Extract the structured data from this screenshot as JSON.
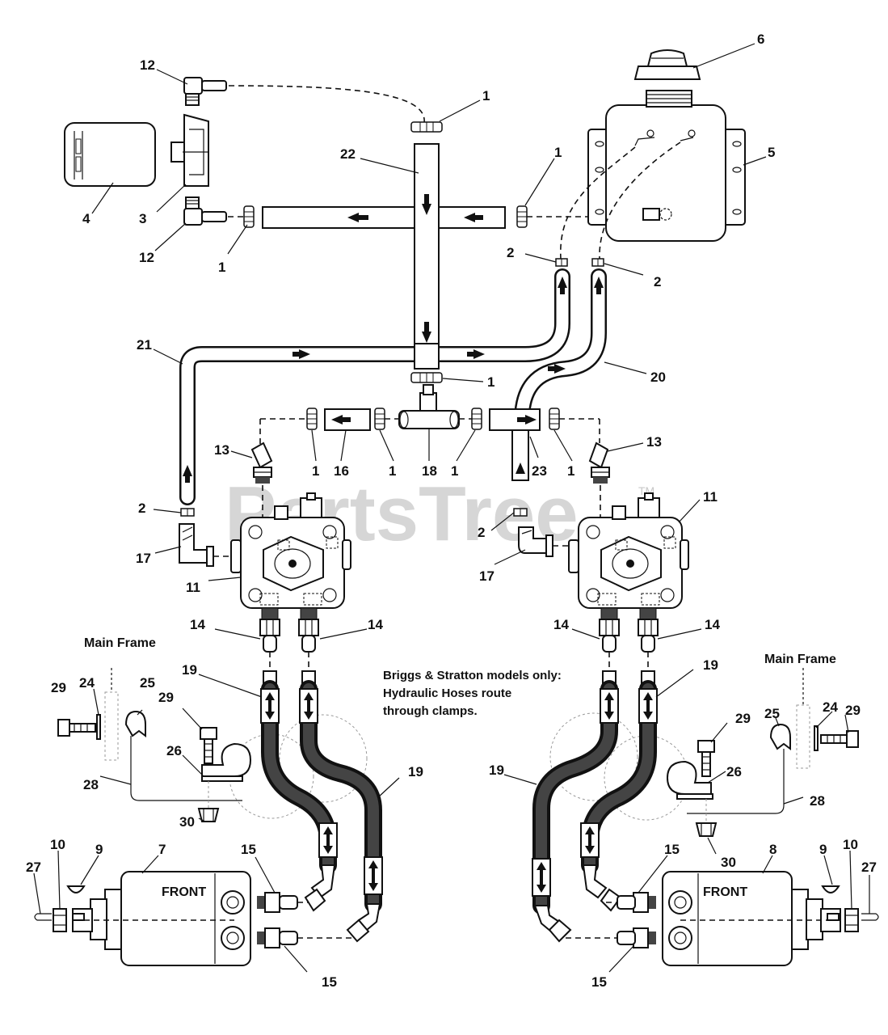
{
  "watermark": {
    "text": "PartsTree",
    "trademark": "TM"
  },
  "note": {
    "lines": [
      "Briggs & Stratton models only:",
      "Hydraulic Hoses route",
      "through clamps."
    ]
  },
  "labels": {
    "main_frame_left": "Main Frame",
    "main_frame_right": "Main Frame",
    "front_left": "FRONT",
    "front_right": "FRONT"
  },
  "callouts": [
    {
      "id": "c1a",
      "text": "12"
    },
    {
      "id": "c1b",
      "text": "6"
    },
    {
      "id": "c1c",
      "text": "1"
    },
    {
      "id": "c1d",
      "text": "22"
    },
    {
      "id": "c1e",
      "text": "1"
    },
    {
      "id": "c1f",
      "text": "5"
    },
    {
      "id": "c1g",
      "text": "4"
    },
    {
      "id": "c1h",
      "text": "3"
    },
    {
      "id": "c1i",
      "text": "12"
    },
    {
      "id": "c1j",
      "text": "1"
    },
    {
      "id": "c1k",
      "text": "2"
    },
    {
      "id": "c1l",
      "text": "2"
    },
    {
      "id": "c1m",
      "text": "21"
    },
    {
      "id": "c1n",
      "text": "1"
    },
    {
      "id": "c1o",
      "text": "20"
    },
    {
      "id": "c1p",
      "text": "13"
    },
    {
      "id": "c1q",
      "text": "1"
    },
    {
      "id": "c1r",
      "text": "16"
    },
    {
      "id": "c1s",
      "text": "1"
    },
    {
      "id": "c1t",
      "text": "18"
    },
    {
      "id": "c1u",
      "text": "1"
    },
    {
      "id": "c1v",
      "text": "23"
    },
    {
      "id": "c1w",
      "text": "1"
    },
    {
      "id": "c1x",
      "text": "13"
    },
    {
      "id": "c1y",
      "text": "2"
    },
    {
      "id": "c1z",
      "text": "11"
    },
    {
      "id": "c2a",
      "text": "17"
    },
    {
      "id": "c2b",
      "text": "11"
    },
    {
      "id": "c2c",
      "text": "2"
    },
    {
      "id": "c2d",
      "text": "17"
    },
    {
      "id": "c2e",
      "text": "14"
    },
    {
      "id": "c2f",
      "text": "14"
    },
    {
      "id": "c2g",
      "text": "14"
    },
    {
      "id": "c2h",
      "text": "14"
    },
    {
      "id": "c2i",
      "text": "19"
    },
    {
      "id": "c2j",
      "text": "19"
    },
    {
      "id": "c2k",
      "text": "29"
    },
    {
      "id": "c2l",
      "text": "24"
    },
    {
      "id": "c2m",
      "text": "25"
    },
    {
      "id": "c2n",
      "text": "29"
    },
    {
      "id": "c2o",
      "text": "26"
    },
    {
      "id": "c2p",
      "text": "28"
    },
    {
      "id": "c2q",
      "text": "19"
    },
    {
      "id": "c2r",
      "text": "19"
    },
    {
      "id": "c2s",
      "text": "25"
    },
    {
      "id": "c2t",
      "text": "24"
    },
    {
      "id": "c2u",
      "text": "29"
    },
    {
      "id": "c2v",
      "text": "29"
    },
    {
      "id": "c2w",
      "text": "26"
    },
    {
      "id": "c2x",
      "text": "28"
    },
    {
      "id": "c2y",
      "text": "30"
    },
    {
      "id": "c2z",
      "text": "30"
    },
    {
      "id": "c3a",
      "text": "10"
    },
    {
      "id": "c3b",
      "text": "9"
    },
    {
      "id": "c3c",
      "text": "7"
    },
    {
      "id": "c3d",
      "text": "27"
    },
    {
      "id": "c3e",
      "text": "15"
    },
    {
      "id": "c3f",
      "text": "15"
    },
    {
      "id": "c3g",
      "text": "8"
    },
    {
      "id": "c3h",
      "text": "9"
    },
    {
      "id": "c3i",
      "text": "10"
    },
    {
      "id": "c3j",
      "text": "27"
    },
    {
      "id": "c3k",
      "text": "15"
    },
    {
      "id": "c3l",
      "text": "15"
    }
  ]
}
